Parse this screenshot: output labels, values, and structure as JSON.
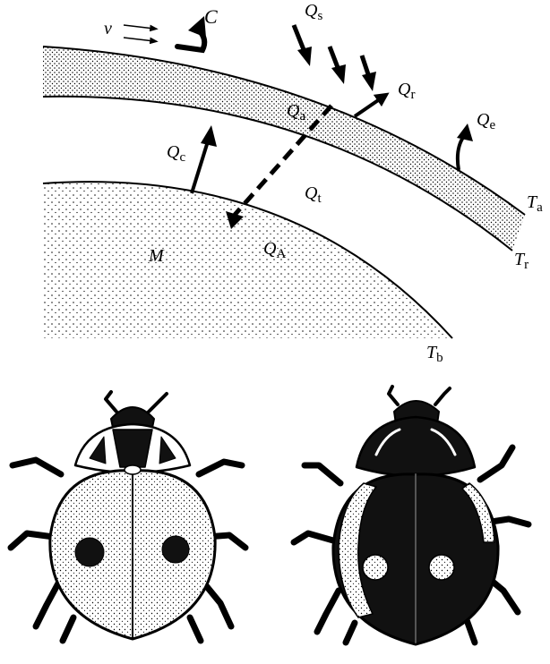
{
  "diagram": {
    "labels": {
      "v": "v",
      "C": "C",
      "Qs": {
        "main": "Q",
        "sub": "s"
      },
      "Qr": {
        "main": "Q",
        "sub": "r"
      },
      "Qa": {
        "main": "Q",
        "sub": "a"
      },
      "Qe": {
        "main": "Q",
        "sub": "e"
      },
      "Qc": {
        "main": "Q",
        "sub": "c"
      },
      "Qt": {
        "main": "Q",
        "sub": "t"
      },
      "QA": {
        "main": "Q",
        "sub": "A"
      },
      "M": "M",
      "Ta": {
        "main": "T",
        "sub": "a"
      },
      "Tr": {
        "main": "T",
        "sub": "r"
      },
      "Tb": {
        "main": "T",
        "sub": "b"
      }
    }
  },
  "colors": {
    "ink": "#000000",
    "paper": "#ffffff"
  }
}
